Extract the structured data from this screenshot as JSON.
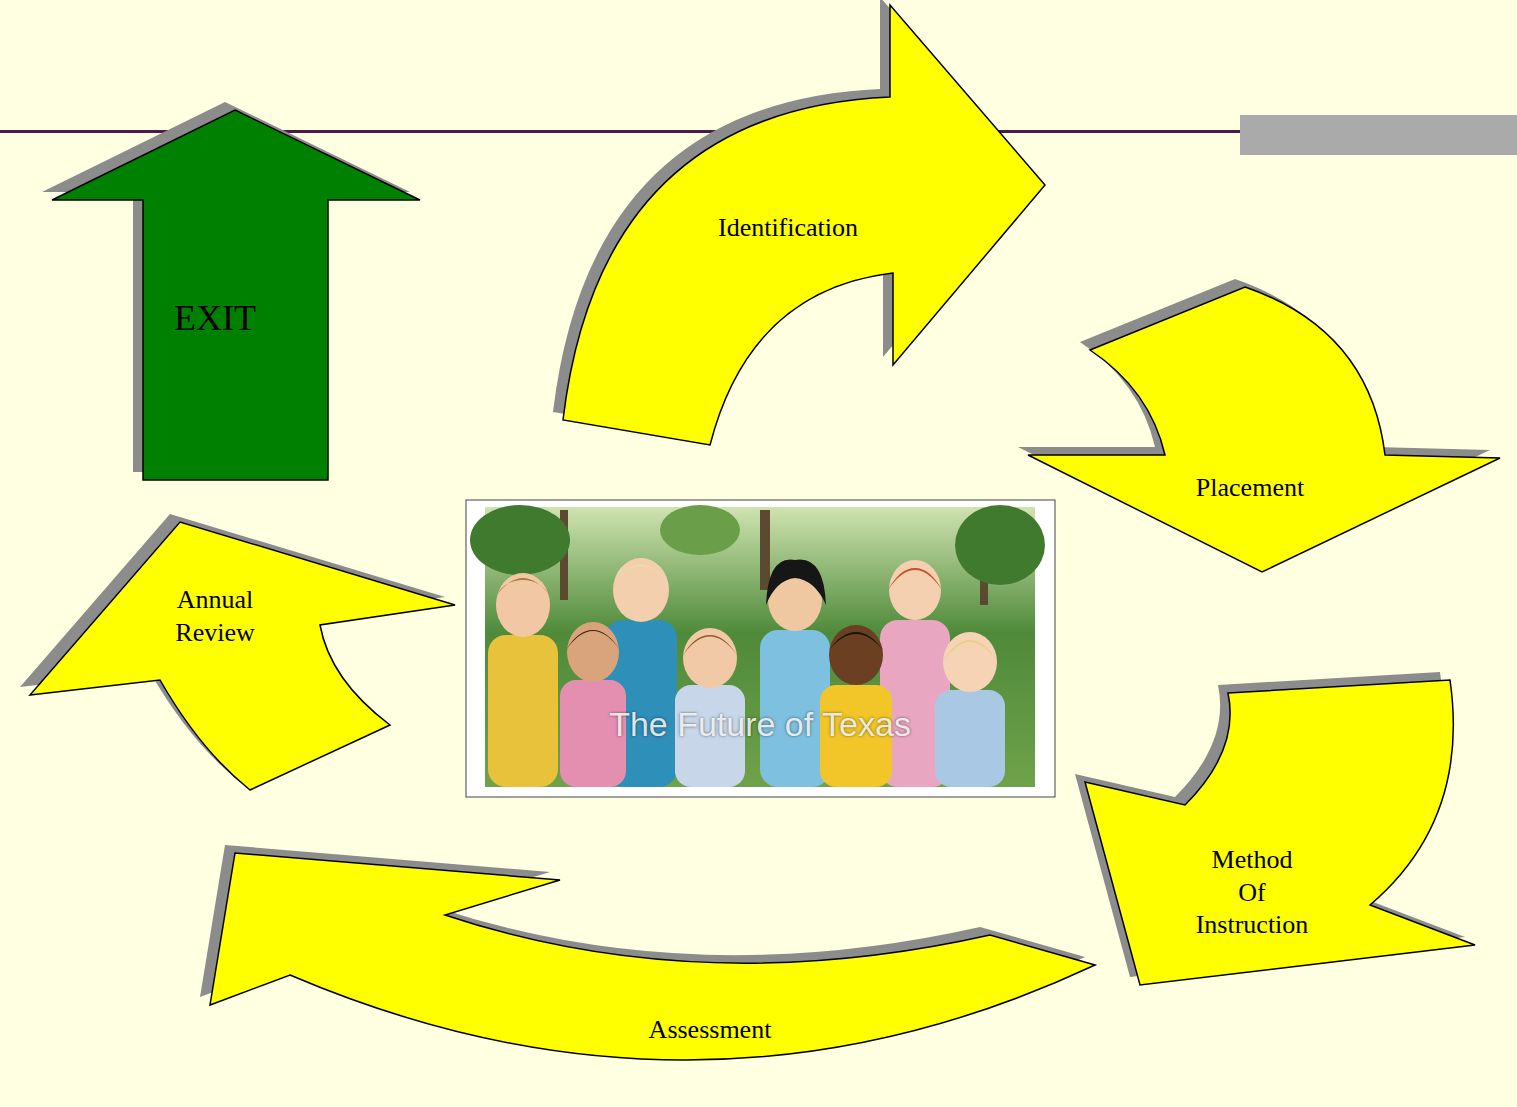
{
  "diagram": {
    "nodes": [
      {
        "text": [
          "Identification"
        ]
      },
      {
        "text": [
          "Placement"
        ]
      },
      {
        "text": [
          "Method Of Instruction"
        ]
      },
      {
        "text": [
          "Assessment"
        ]
      },
      {
        "text": [
          "Annual Review"
        ]
      },
      {
        "text": [
          "EXIT"
        ]
      },
      {
        "text": [
          "The Future of Texas"
        ]
      }
    ]
  }
}
